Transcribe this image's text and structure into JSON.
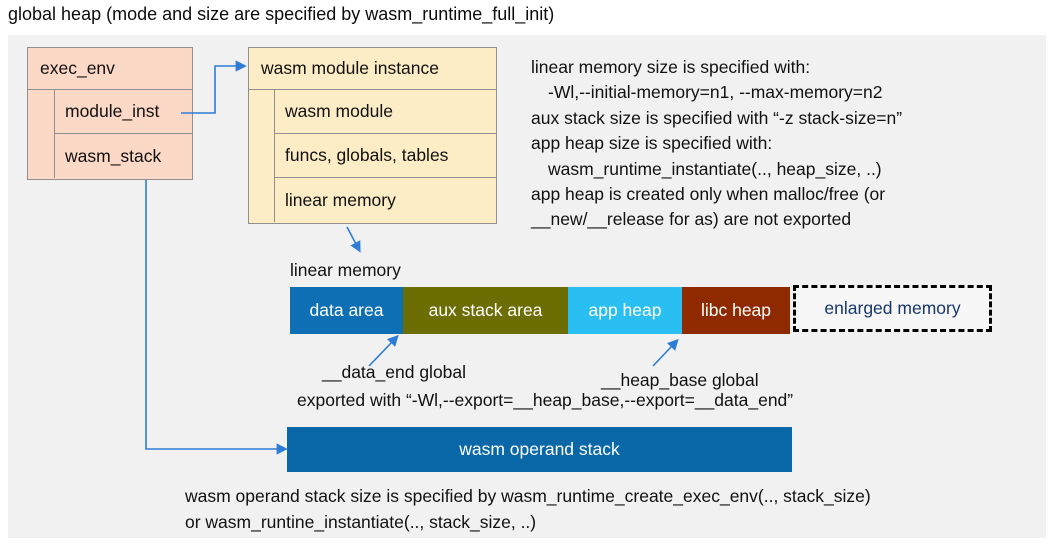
{
  "title": "global heap (mode and size are specified by wasm_runtime_full_init)",
  "exec_env": {
    "header": "exec_env",
    "rows": [
      "module_inst",
      "wasm_stack"
    ]
  },
  "module_instance": {
    "header": "wasm module instance",
    "rows": [
      "wasm module",
      "funcs, globals, tables",
      "linear memory"
    ]
  },
  "right_notes": [
    "linear memory size is specified with:",
    "-Wl,--initial-memory=n1, --max-memory=n2",
    "aux stack size is specified with “-z stack-size=n”",
    "app heap size is specified with:",
    "wasm_runtime_instantiate(.., heap_size, ..)",
    "app heap is created only when malloc/free (or",
    "__new/__release for as) are not exported"
  ],
  "linear_memory": {
    "label": "linear memory",
    "segments": [
      {
        "label": "data area",
        "color": "#0e6fb4"
      },
      {
        "label": "aux stack area",
        "color": "#6c6e04"
      },
      {
        "label": "app heap",
        "color": "#29bff2"
      },
      {
        "label": "libc heap",
        "color": "#8f2a00"
      }
    ],
    "enlarged": {
      "label": "enlarged memory",
      "text_color": "#17366b"
    }
  },
  "annotations": {
    "data_end_label": "__data_end global",
    "heap_base_label": "__heap_base global",
    "exported_line": "exported with “-Wl,--export=__heap_base,--export=__data_end”"
  },
  "operand_stack": {
    "label": "wasm operand stack",
    "color": "#0a67a8"
  },
  "bottom_notes": [
    "wasm operand stack size is specified by wasm_runtime_create_exec_env(.., stack_size)",
    "or wasm_runtine_instantiate(.., stack_size, ..)"
  ],
  "colors": {
    "panel_bg": "#f1f1f1",
    "exec_env_fill": "#fcd8c6",
    "module_instance_fill": "#fdedc6",
    "arrow_blue": "#2e7cd6",
    "border_gray": "#909090"
  }
}
